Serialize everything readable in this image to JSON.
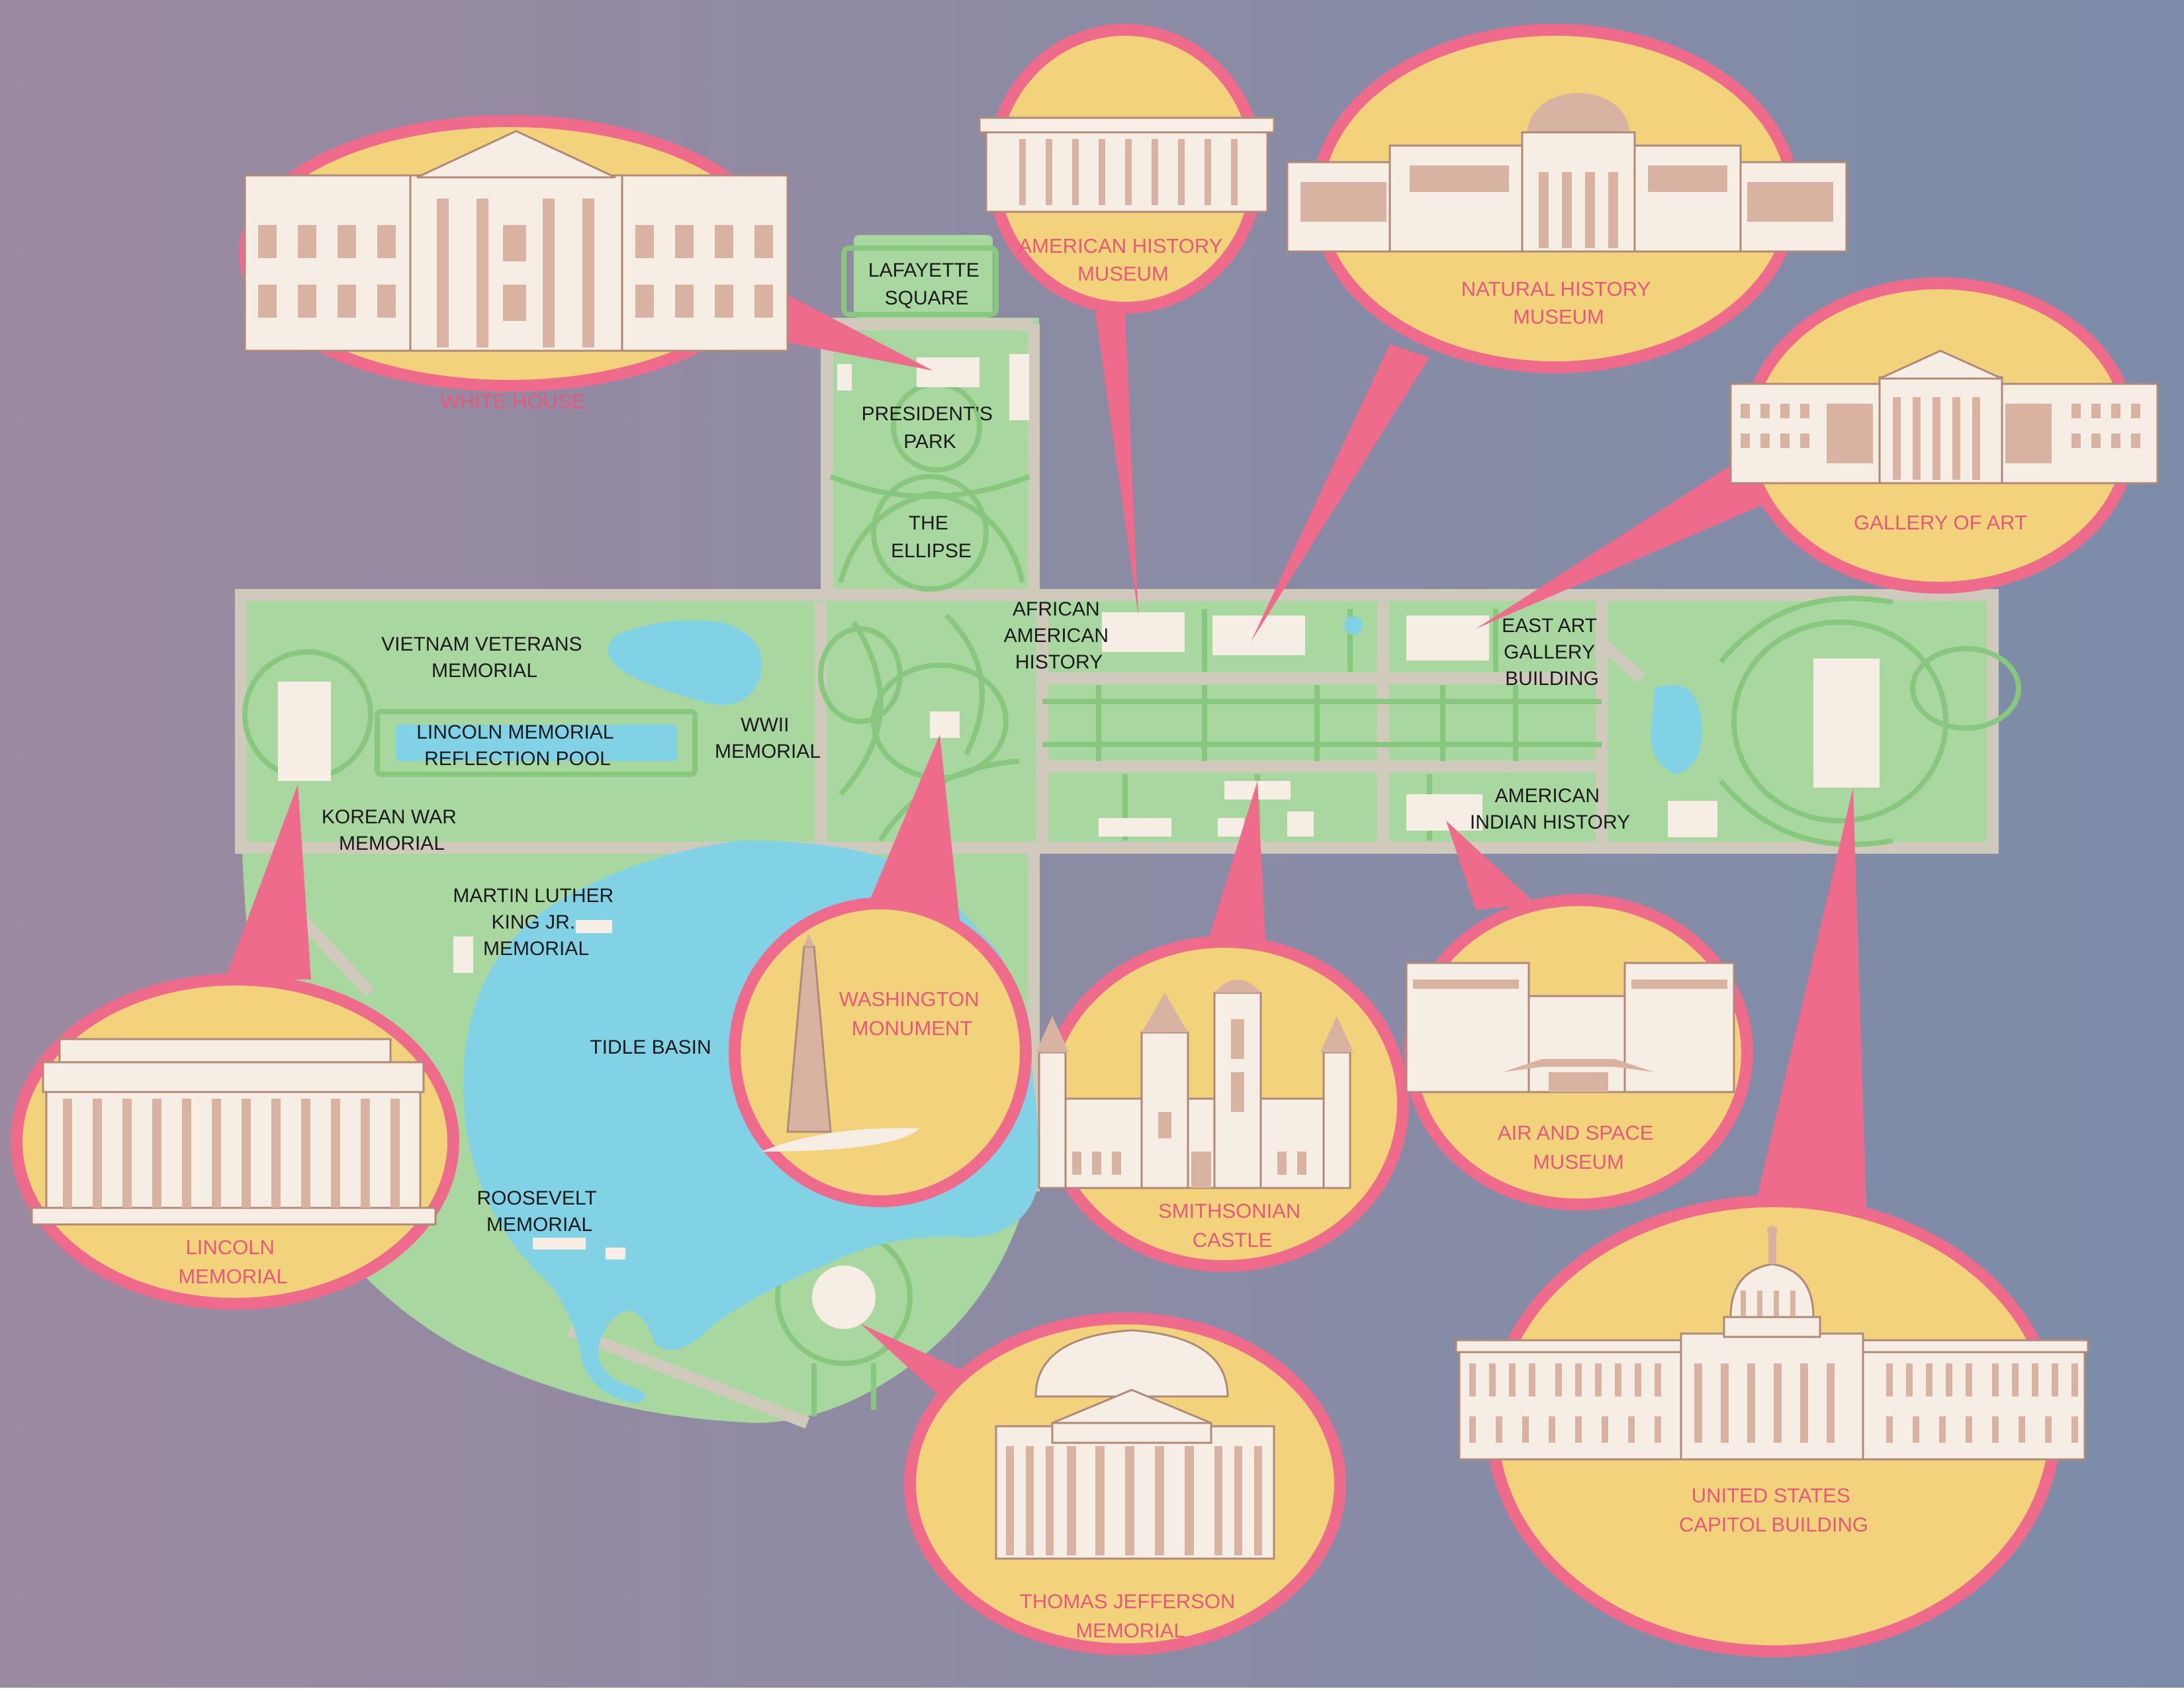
{
  "colors": {
    "background_left": "#9b8aa0",
    "background_right": "#7c8ca8",
    "park": "#a8d8a0",
    "path": "#88c87e",
    "road": "#cfcabb",
    "water": "#82d2e6",
    "callout_fill": "#f2d27a",
    "callout_border": "#ef6b8b",
    "building_light": "#f6ede4",
    "building_mid": "#d9b3a1",
    "building_line": "#b08a78",
    "map_label": "#1a1a1a",
    "callout_label": "#e8587c"
  },
  "map_labels": {
    "lafayette_square": [
      "LAFAYETTE",
      "SQUARE"
    ],
    "presidents_park": [
      "PRESIDENT’S",
      "PARK"
    ],
    "the_ellipse": [
      "THE",
      "ELLIPSE"
    ],
    "african_american_history": [
      "AFRICAN",
      "AMERICAN",
      "HISTORY"
    ],
    "east_art_gallery_building": [
      "EAST ART",
      "GALLERY",
      "BUILDING"
    ],
    "vietnam_veterans_memorial": [
      "VIETNAM VETERANS",
      "MEMORIAL"
    ],
    "lincoln_memorial_reflection_pool": [
      "LINCOLN MEMORIAL",
      "REFLECTION POOL"
    ],
    "wwii_memorial": [
      "WWII",
      "MEMORIAL"
    ],
    "korean_war_memorial": [
      "KOREAN WAR",
      "MEMORIAL"
    ],
    "american_indian_history": [
      "AMERICAN",
      "INDIAN HISTORY"
    ],
    "mlk_memorial": [
      "MARTIN LUTHER",
      "KING JR.",
      "MEMORIAL"
    ],
    "tidle_basin": [
      "TIDLE BASIN"
    ],
    "roosevelt_memorial": [
      "ROOSEVELT",
      "MEMORIAL"
    ]
  },
  "callouts": {
    "white_house": [
      "WHITE HOUSE"
    ],
    "american_history_museum": [
      "AMERICAN HISTORY",
      "MUSEUM"
    ],
    "natural_history_museum": [
      "NATURAL HISTORY",
      "MUSEUM"
    ],
    "gallery_of_art": [
      "GALLERY OF ART"
    ],
    "washington_monument": [
      "WASHINGTON",
      "MONUMENT"
    ],
    "smithsonian_castle": [
      "SMITHSONIAN",
      "CASTLE"
    ],
    "air_and_space_museum": [
      "AIR AND SPACE",
      "MUSEUM"
    ],
    "lincoln_memorial": [
      "LINCOLN",
      "MEMORIAL"
    ],
    "thomas_jefferson_memorial": [
      "THOMAS JEFFERSON",
      "MEMORIAL"
    ],
    "capitol_building": [
      "UNITED STATES",
      "CAPITOL BUILDING"
    ]
  }
}
